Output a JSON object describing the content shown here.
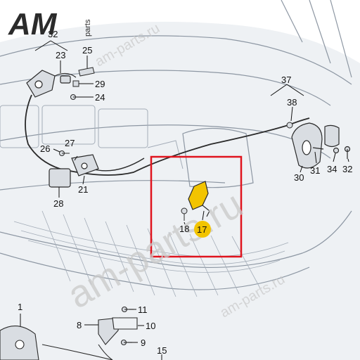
{
  "logo": {
    "letters": "AM",
    "suffix": "parts"
  },
  "watermarks": [
    "am-parts.ru",
    "am-parts.ru",
    "am-parts.ru"
  ],
  "callouts": [
    {
      "id": "32-top",
      "label": "32"
    },
    {
      "id": "23",
      "label": "23"
    },
    {
      "id": "25",
      "label": "25"
    },
    {
      "id": "29",
      "label": "29"
    },
    {
      "id": "24",
      "label": "24"
    },
    {
      "id": "37",
      "label": "37"
    },
    {
      "id": "38",
      "label": "38"
    },
    {
      "id": "26",
      "label": "26"
    },
    {
      "id": "27",
      "label": "27"
    },
    {
      "id": "21",
      "label": "21"
    },
    {
      "id": "28",
      "label": "28"
    },
    {
      "id": "30",
      "label": "30"
    },
    {
      "id": "31",
      "label": "31"
    },
    {
      "id": "34",
      "label": "34"
    },
    {
      "id": "32-right",
      "label": "32"
    },
    {
      "id": "18",
      "label": "18"
    },
    {
      "id": "17",
      "label": "17"
    },
    {
      "id": "1",
      "label": "1"
    },
    {
      "id": "11",
      "label": "11"
    },
    {
      "id": "8",
      "label": "8"
    },
    {
      "id": "10",
      "label": "10"
    },
    {
      "id": "9",
      "label": "9"
    },
    {
      "id": "15",
      "label": "15"
    }
  ],
  "highlighted_part": "17",
  "colors": {
    "highlight_box": "#e0141e",
    "highlight_part": "#f2c400",
    "line": "#2a2a2a",
    "body": "#e9ecf0"
  }
}
